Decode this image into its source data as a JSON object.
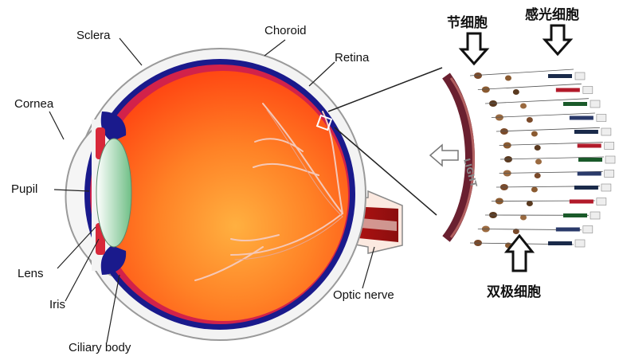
{
  "labels": {
    "sclera": "Sclera",
    "choroid": "Choroid",
    "retina": "Retina",
    "cornea": "Cornea",
    "pupil": "Pupil",
    "lens": "Lens",
    "iris": "Iris",
    "ciliary_body": "Ciliary body",
    "optic_nerve": "Optic nerve"
  },
  "chinese_labels": {
    "ganglion_cell": "节细胞",
    "photoreceptor_cell": "感光细胞",
    "bipolar_cell": "双极细胞"
  },
  "inset": {
    "light_label": "LIGHT"
  },
  "colors": {
    "sclera_outline": "#9a9a9a",
    "choroid": "#1a1a8c",
    "eyeball_inner": "#ff4a10",
    "eyeball_center": "#ffa03a",
    "lens": "#b8e0c0",
    "vessels": "#f2c0b0",
    "nerve": "#b81818"
  }
}
